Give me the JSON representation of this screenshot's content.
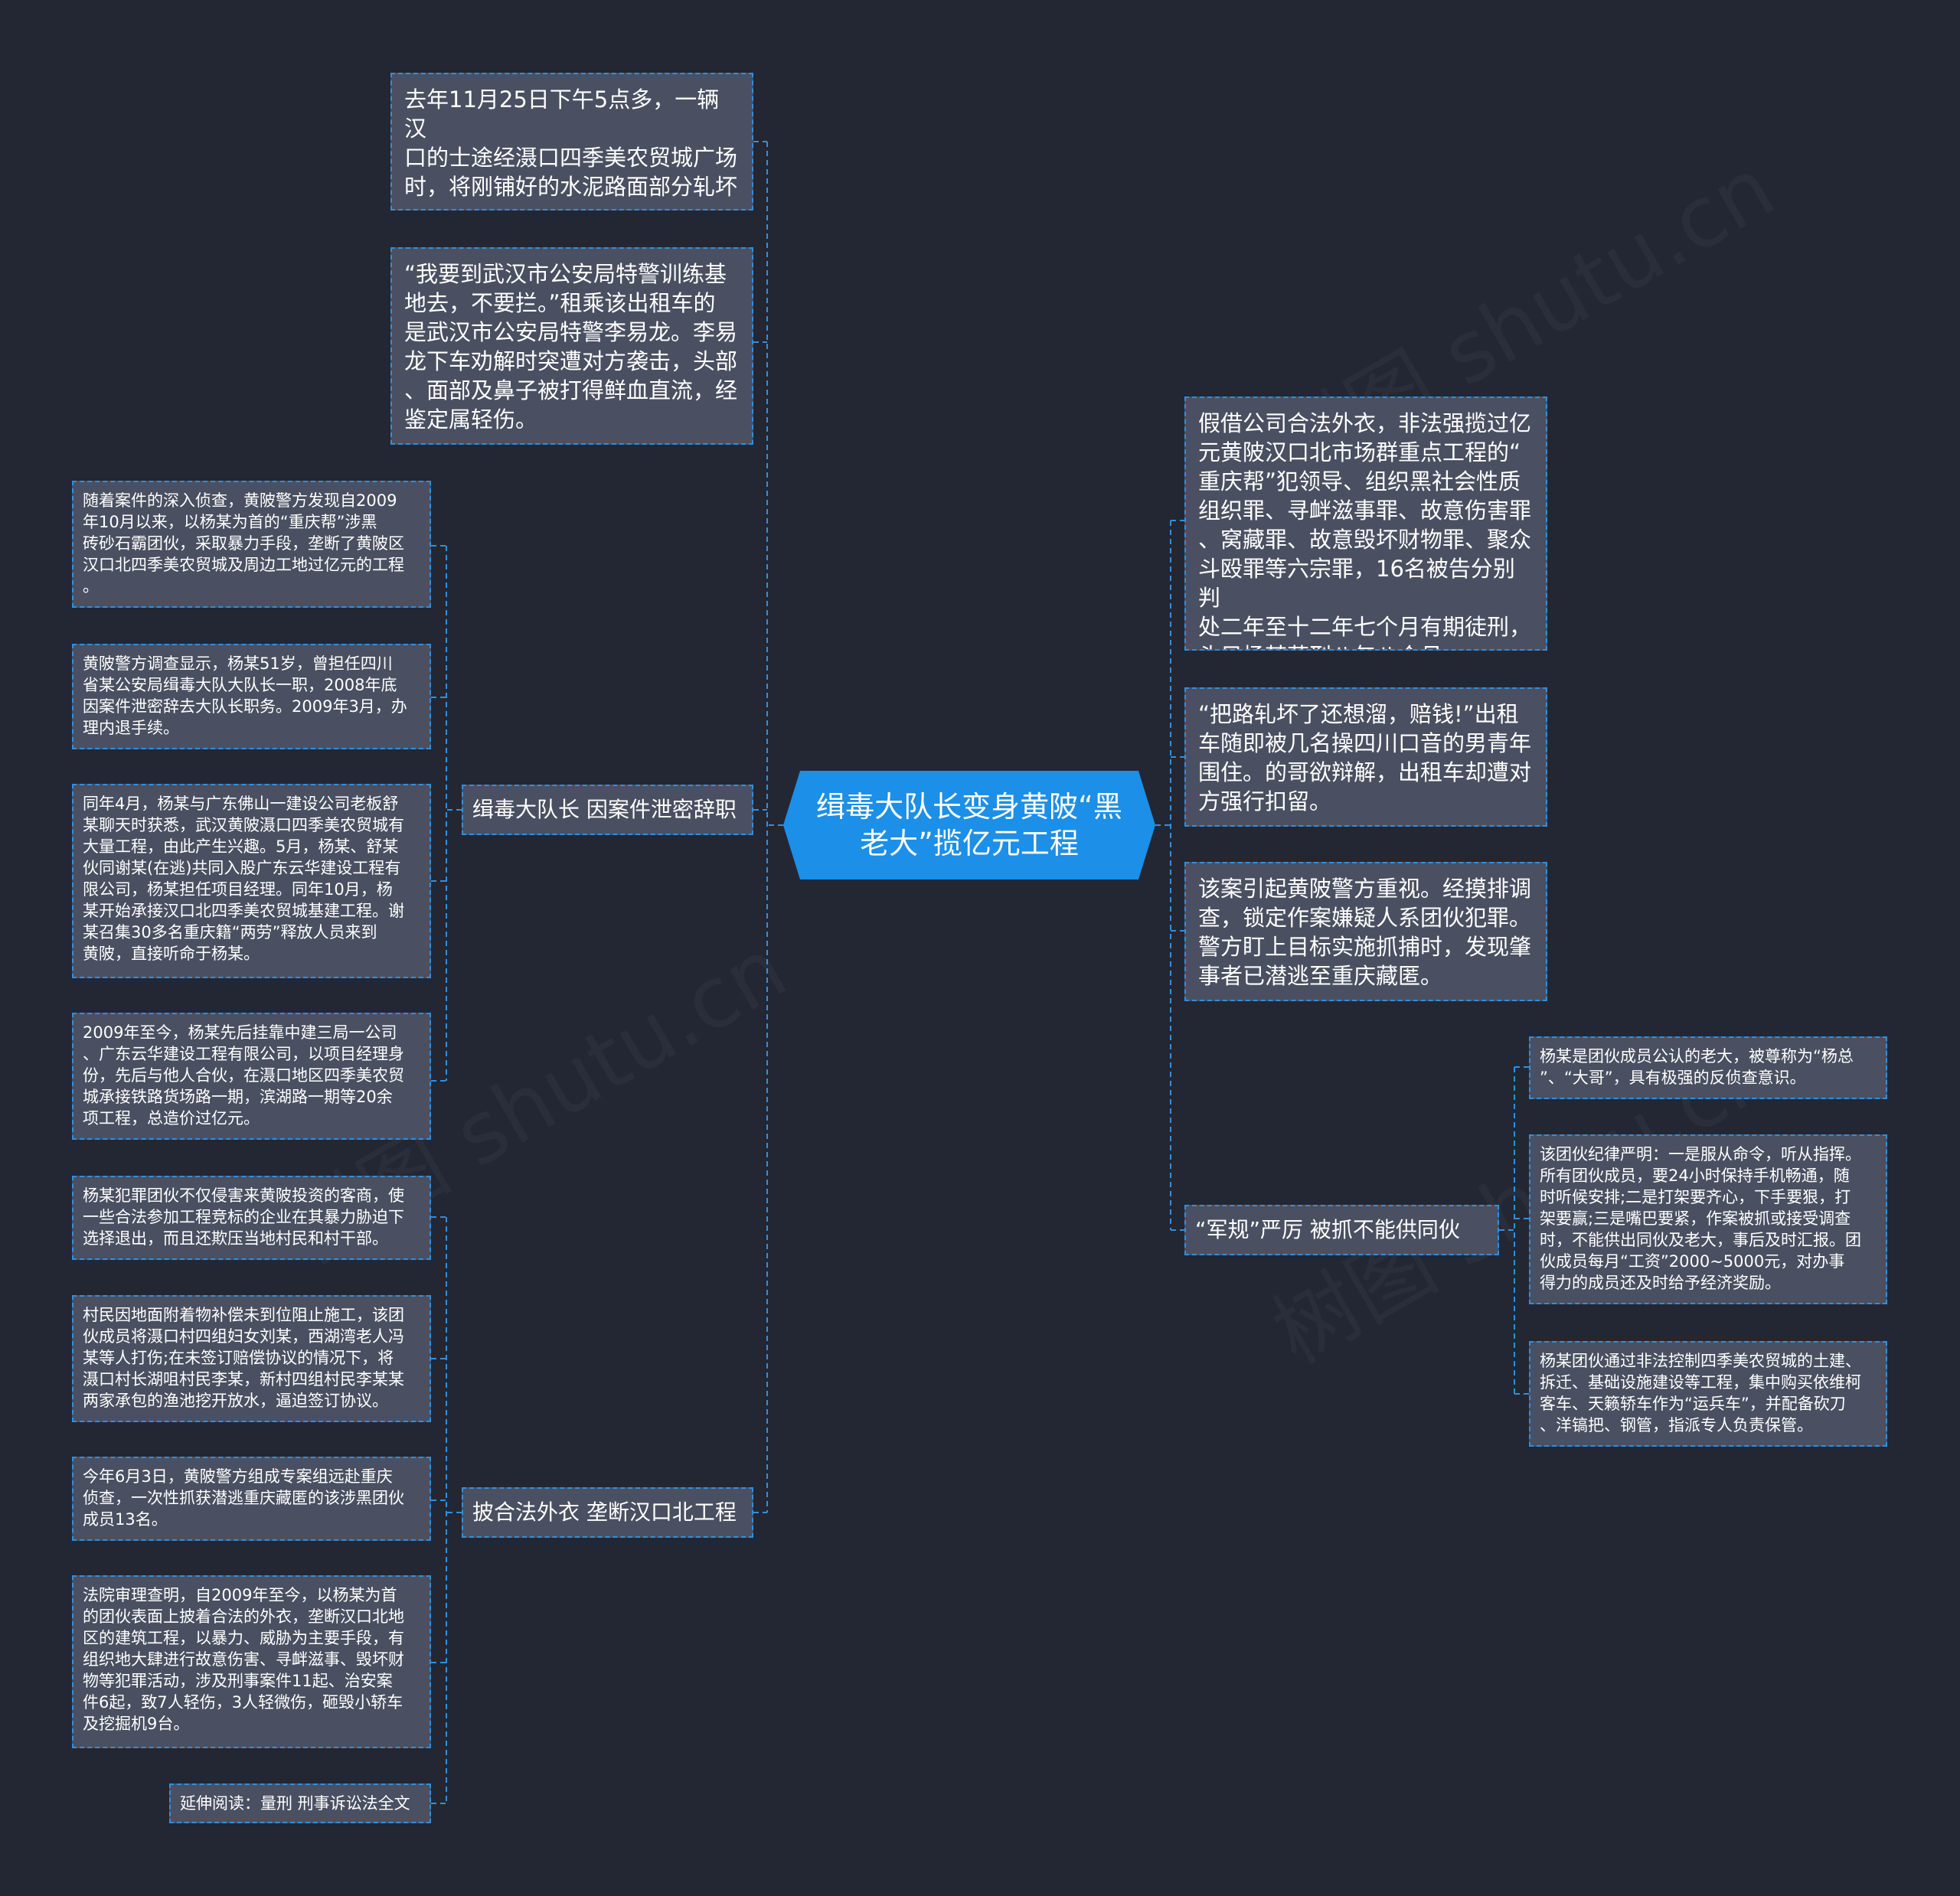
{
  "root": {
    "title": "缉毒大队长变身黄陂“黑\n老大”揽亿元工程"
  },
  "left_top": [
    "去年11月25日下午5点多，一辆汉\n口的士途经滠口四季美农贸城广场\n时，将刚铺好的水泥路面部分轧坏\n。",
    "“我要到武汉市公安局特警训练基\n地去，不要拦。”租乘该出租车的\n是武汉市公安局特警李易龙。李易\n龙下车劝解时突遭对方袭击，头部\n、面部及鼻子被打得鲜血直流，经\n鉴定属轻伤。"
  ],
  "branch_left_1": {
    "label": "缉毒大队长 因案件泄密辞职",
    "children": [
      "随着案件的深入侦查，黄陂警方发现自2009\n年10月以来，以杨某为首的“重庆帮”涉黑\n砖砂石霸团伙，采取暴力手段，垄断了黄陂区\n汉口北四季美农贸城及周边工地过亿元的工程\n。",
      "黄陂警方调查显示，杨某51岁，曾担任四川\n省某公安局缉毒大队大队长一职，2008年底\n因案件泄密辞去大队长职务。2009年3月，办\n理内退手续。",
      "同年4月，杨某与广东佛山一建设公司老板舒\n某聊天时获悉，武汉黄陂滠口四季美农贸城有\n大量工程，由此产生兴趣。5月，杨某、舒某\n伙同谢某(在逃)共同入股广东云华建设工程有\n限公司，杨某担任项目经理。同年10月，杨\n某开始承接汉口北四季美农贸城基建工程。谢\n某召集30多名重庆籍“两劳”释放人员来到\n黄陂，直接听命于杨某。",
      "2009年至今，杨某先后挂靠中建三局一公司\n、广东云华建设工程有限公司，以项目经理身\n份，先后与他人合伙，在滠口地区四季美农贸\n城承接铁路货场路一期，滨湖路一期等20余\n项工程，总造价过亿元。"
    ]
  },
  "branch_left_2": {
    "label": "披合法外衣 垄断汉口北工程",
    "children": [
      "杨某犯罪团伙不仅侵害来黄陂投资的客商，使\n一些合法参加工程竞标的企业在其暴力胁迫下\n选择退出，而且还欺压当地村民和村干部。",
      "村民因地面附着物补偿未到位阻止施工，该团\n伙成员将滠口村四组妇女刘某，西湖湾老人冯\n某等人打伤;在未签订赔偿协议的情况下，将\n滠口村长湖咀村民李某，新村四组村民李某某\n两家承包的渔池挖开放水，逼迫签订协议。",
      "今年6月3日，黄陂警方组成专案组远赴重庆\n侦查，一次性抓获潜逃重庆藏匿的该涉黑团伙\n成员13名。",
      "法院审理查明，自2009年至今，以杨某为首\n的团伙表面上披着合法的外衣，垄断汉口北地\n区的建筑工程，以暴力、威胁为主要手段，有\n组织地大肆进行故意伤害、寻衅滋事、毁坏财\n物等犯罪活动，涉及刑事案件11起、治安案\n件6起，致7人轻伤，3人轻微伤，砸毁小轿车\n及挖掘机9台。",
      "延伸阅读：量刑 刑事诉讼法全文"
    ]
  },
  "right_top": [
    "假借公司合法外衣，非法强揽过亿\n元黄陂汉口北市场群重点工程的“\n重庆帮”犯领导、组织黑社会性质\n组织罪、寻衅滋事罪、故意伤害罪\n、窝藏罪、故意毁坏财物罪、聚众\n斗殴罪等六宗罪，16名被告分别判\n处二年至十二年七个月有期徒刑，\n头目杨某获刑八年八个月。",
    "“把路轧坏了还想溜，赔钱!”出租\n车随即被几名操四川口音的男青年\n围住。的哥欲辩解，出租车却遭对\n方强行扣留。",
    "该案引起黄陂警方重视。经摸排调\n查，锁定作案嫌疑人系团伙犯罪。\n警方盯上目标实施抓捕时，发现肇\n事者已潜逃至重庆藏匿。"
  ],
  "branch_right": {
    "label": "“军规”严厉 被抓不能供同伙",
    "children": [
      "杨某是团伙成员公认的老大，被尊称为“杨总\n”、“大哥”，具有极强的反侦查意识。",
      "该团伙纪律严明：一是服从命令，听从指挥。\n所有团伙成员，要24小时保持手机畅通，随\n时听候安排;二是打架要齐心，下手要狠，打\n架要赢;三是嘴巴要紧，作案被抓或接受调查\n时，不能供出同伙及老大，事后及时汇报。团\n伙成员每月“工资”2000~5000元，对办事\n得力的成员还及时给予经济奖励。",
      "杨某团伙通过非法控制四季美农贸城的土建、\n拆迁、基础设施建设等工程，集中购买依维柯\n客车、天籁轿车作为“运兵车”，并配备砍刀\n、洋镐把、钢管，指派专人负责保管。"
    ]
  },
  "watermark": "树图 shutu.cn",
  "colors": {
    "background": "#232733",
    "node_fill": "#4a5061",
    "node_border": "#2f8fe0",
    "root_fill": "#1c8fe8",
    "line": "#2f8fe0"
  }
}
